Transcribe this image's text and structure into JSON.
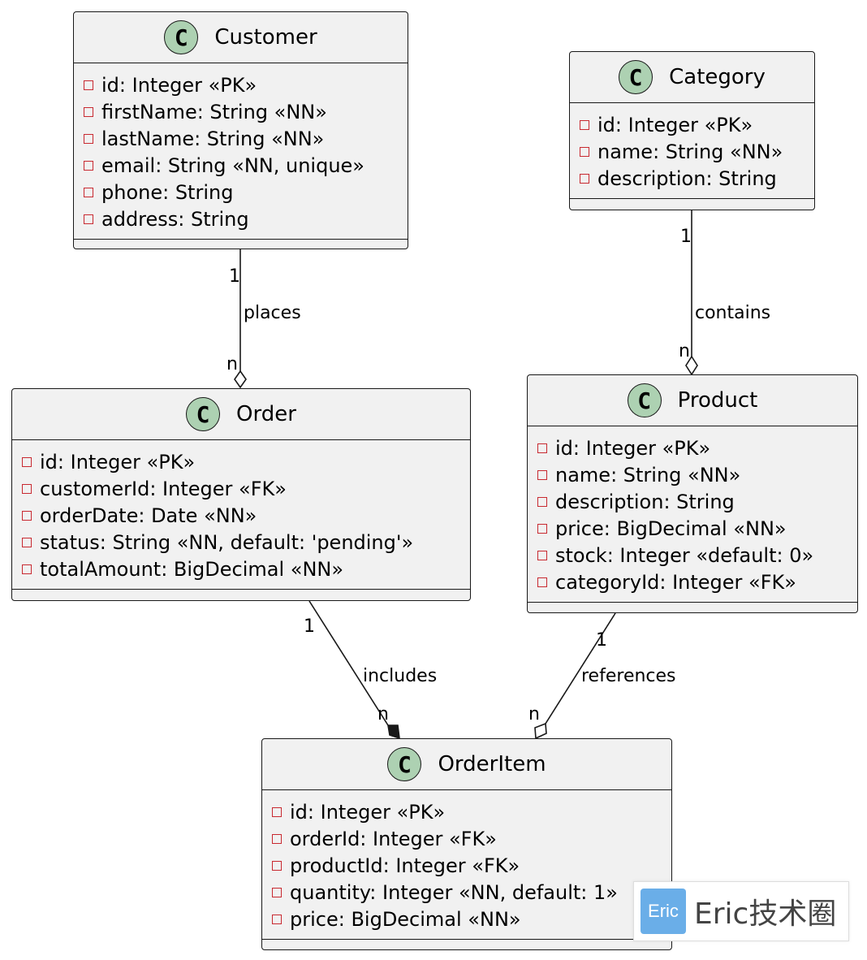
{
  "classes": {
    "customer": {
      "badge": "C",
      "name": "Customer",
      "attributes": [
        "id: Integer «PK»",
        "firstName: String «NN»",
        "lastName: String «NN»",
        "email: String «NN, unique»",
        "phone: String",
        "address: String"
      ]
    },
    "category": {
      "badge": "C",
      "name": "Category",
      "attributes": [
        "id: Integer «PK»",
        "name: String «NN»",
        "description: String"
      ]
    },
    "order": {
      "badge": "C",
      "name": "Order",
      "attributes": [
        "id: Integer «PK»",
        "customerId: Integer «FK»",
        "orderDate: Date «NN»",
        "status: String «NN, default: 'pending'»",
        "totalAmount: BigDecimal «NN»"
      ]
    },
    "product": {
      "badge": "C",
      "name": "Product",
      "attributes": [
        "id: Integer «PK»",
        "name: String «NN»",
        "description: String",
        "price: BigDecimal «NN»",
        "stock: Integer «default: 0»",
        "categoryId: Integer «FK»"
      ]
    },
    "orderitem": {
      "badge": "C",
      "name": "OrderItem",
      "attributes": [
        "id: Integer «PK»",
        "orderId: Integer «FK»",
        "productId: Integer «FK»",
        "quantity: Integer «NN, default: 1»",
        "price: BigDecimal «NN»"
      ]
    }
  },
  "relations": {
    "places": {
      "label": "places",
      "from_mult": "1",
      "to_mult": "n",
      "type": "aggregation"
    },
    "contains": {
      "label": "contains",
      "from_mult": "1",
      "to_mult": "n",
      "type": "aggregation"
    },
    "includes": {
      "label": "includes",
      "from_mult": "1",
      "to_mult": "n",
      "type": "composition"
    },
    "references": {
      "label": "references",
      "from_mult": "1",
      "to_mult": "n",
      "type": "aggregation"
    }
  },
  "watermark": {
    "logo": "Eric",
    "text": "Eric技术圈"
  },
  "colors": {
    "class_bg": "#f1f1f1",
    "badge_bg": "#add1b2",
    "private_marker": "#c82930",
    "line": "#181818"
  }
}
